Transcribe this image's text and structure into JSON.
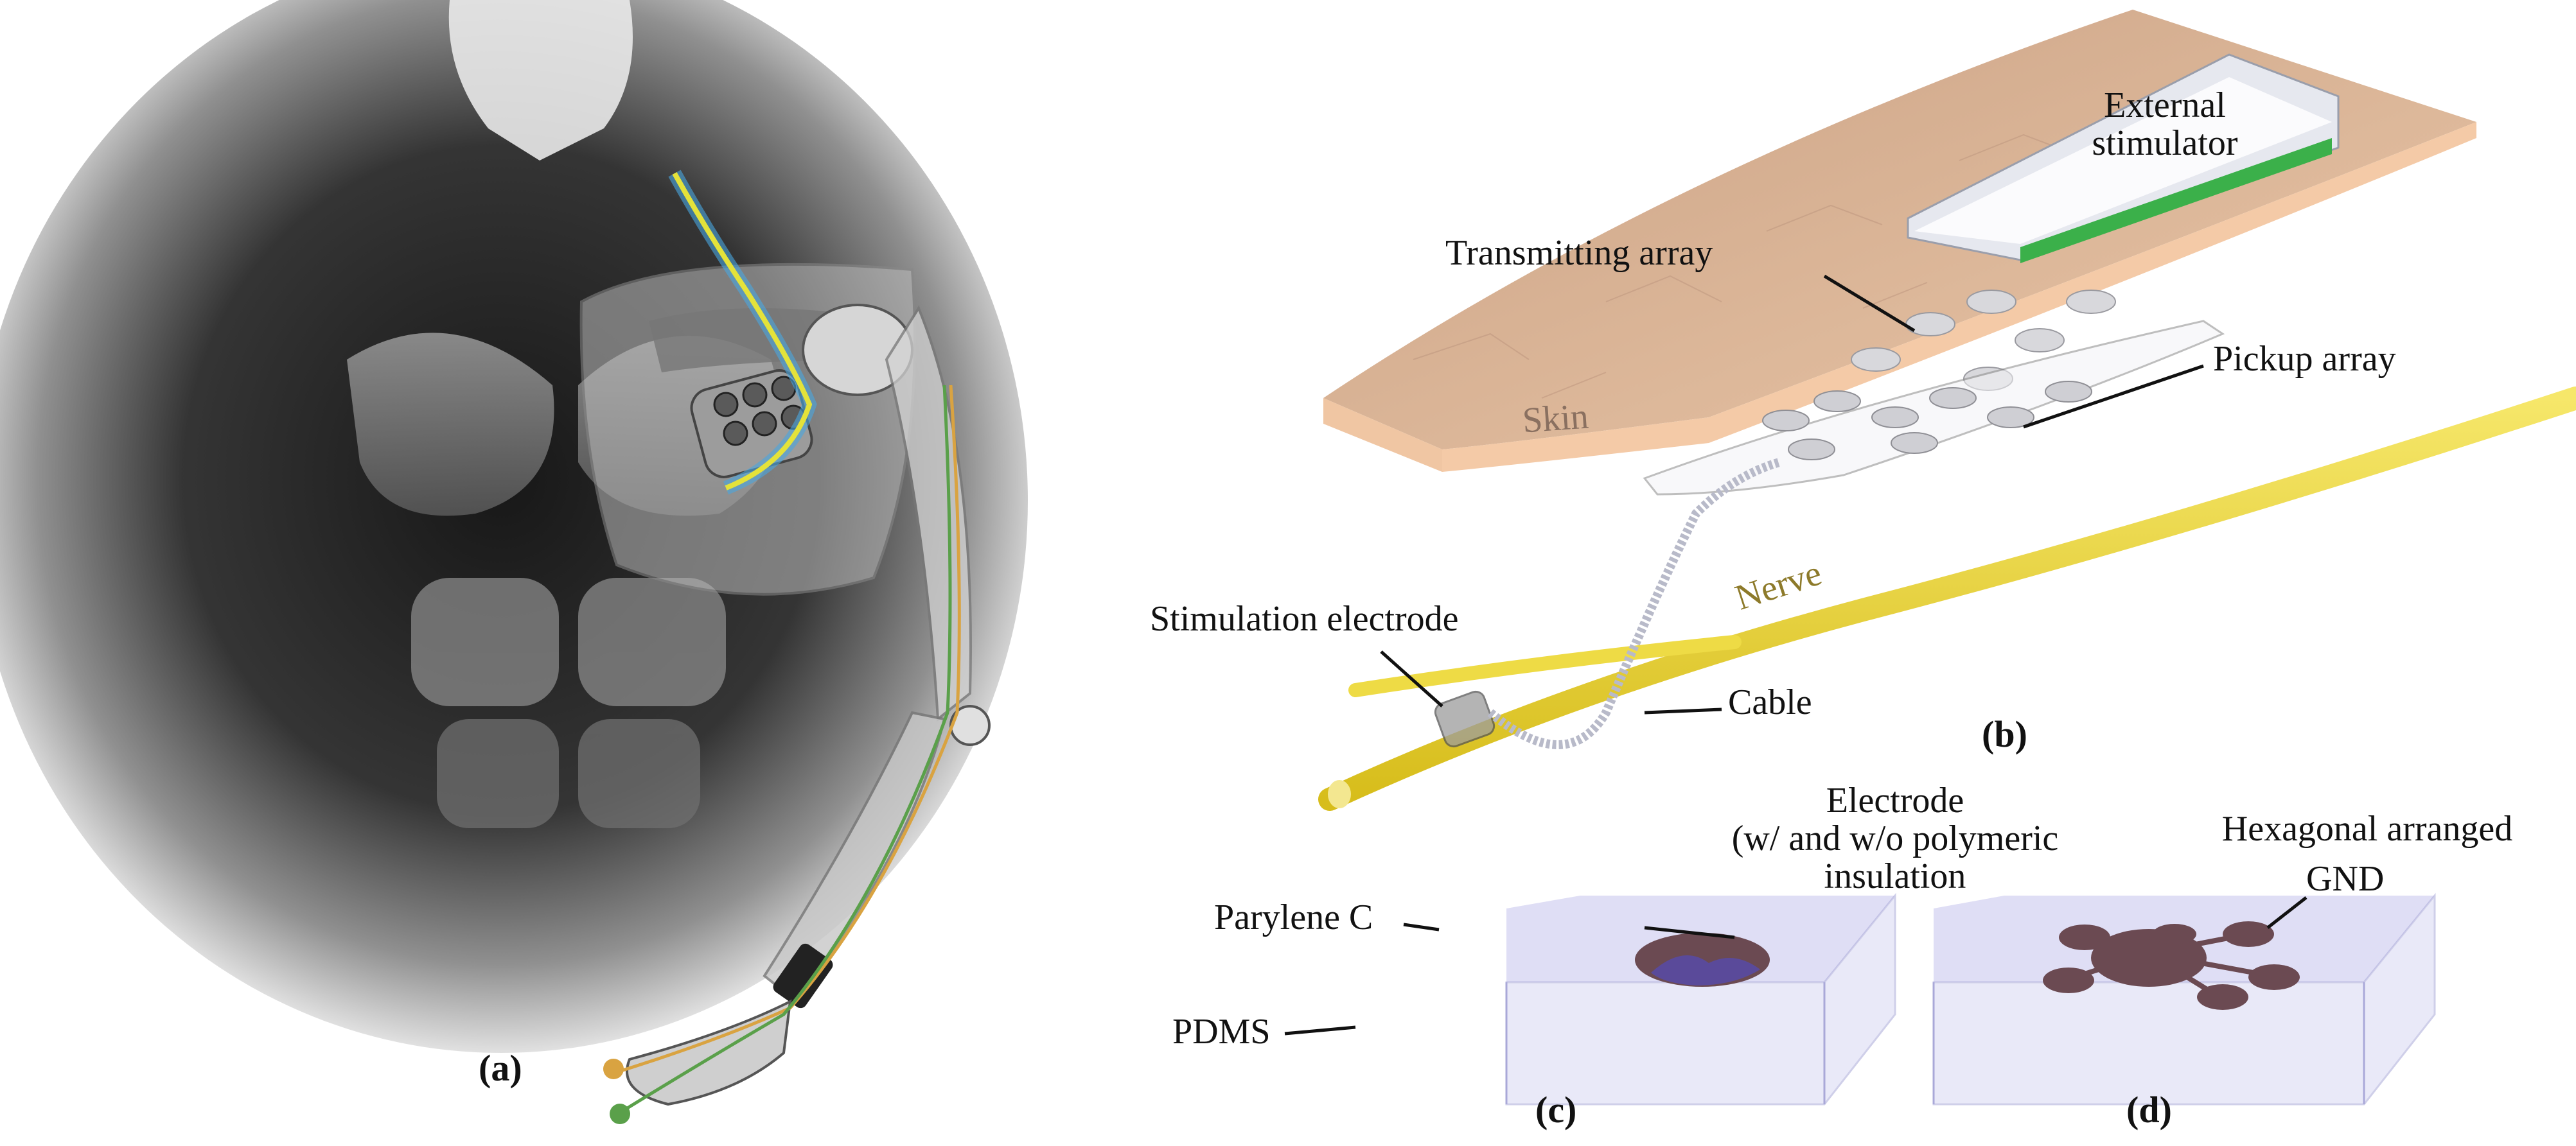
{
  "panels": {
    "a": {
      "tag": "(a)"
    },
    "b": {
      "tag": "(b)",
      "labels": {
        "external_stimulator": [
          "External",
          "stimulator"
        ],
        "transmitting_array": "Transmitting array",
        "pickup_array": "Pickup array",
        "skin": "Skin",
        "nerve": "Nerve",
        "stimulation_electrode": "Stimulation electrode",
        "cable": "Cable"
      }
    },
    "c": {
      "tag": "(c)",
      "labels": {
        "electrode": [
          "Electrode",
          "(w/ and w/o polymeric",
          "insulation"
        ],
        "parylene": "Parylene C",
        "pdms": "PDMS"
      }
    },
    "d": {
      "tag": "(d)",
      "labels": {
        "hexagonal": "Hexagonal arranged",
        "gnd": "GND"
      }
    }
  },
  "colors": {
    "skin": "#d9b497",
    "skin_edge": "#f0c8a4",
    "nerve": "#ecd63a",
    "stimulator": "#e3e6ee",
    "stimulator_green": "#3bb04a",
    "pdms": "#c9c8ef",
    "electrode": "#6b4a52",
    "body_dark": "#1a1a1a"
  }
}
